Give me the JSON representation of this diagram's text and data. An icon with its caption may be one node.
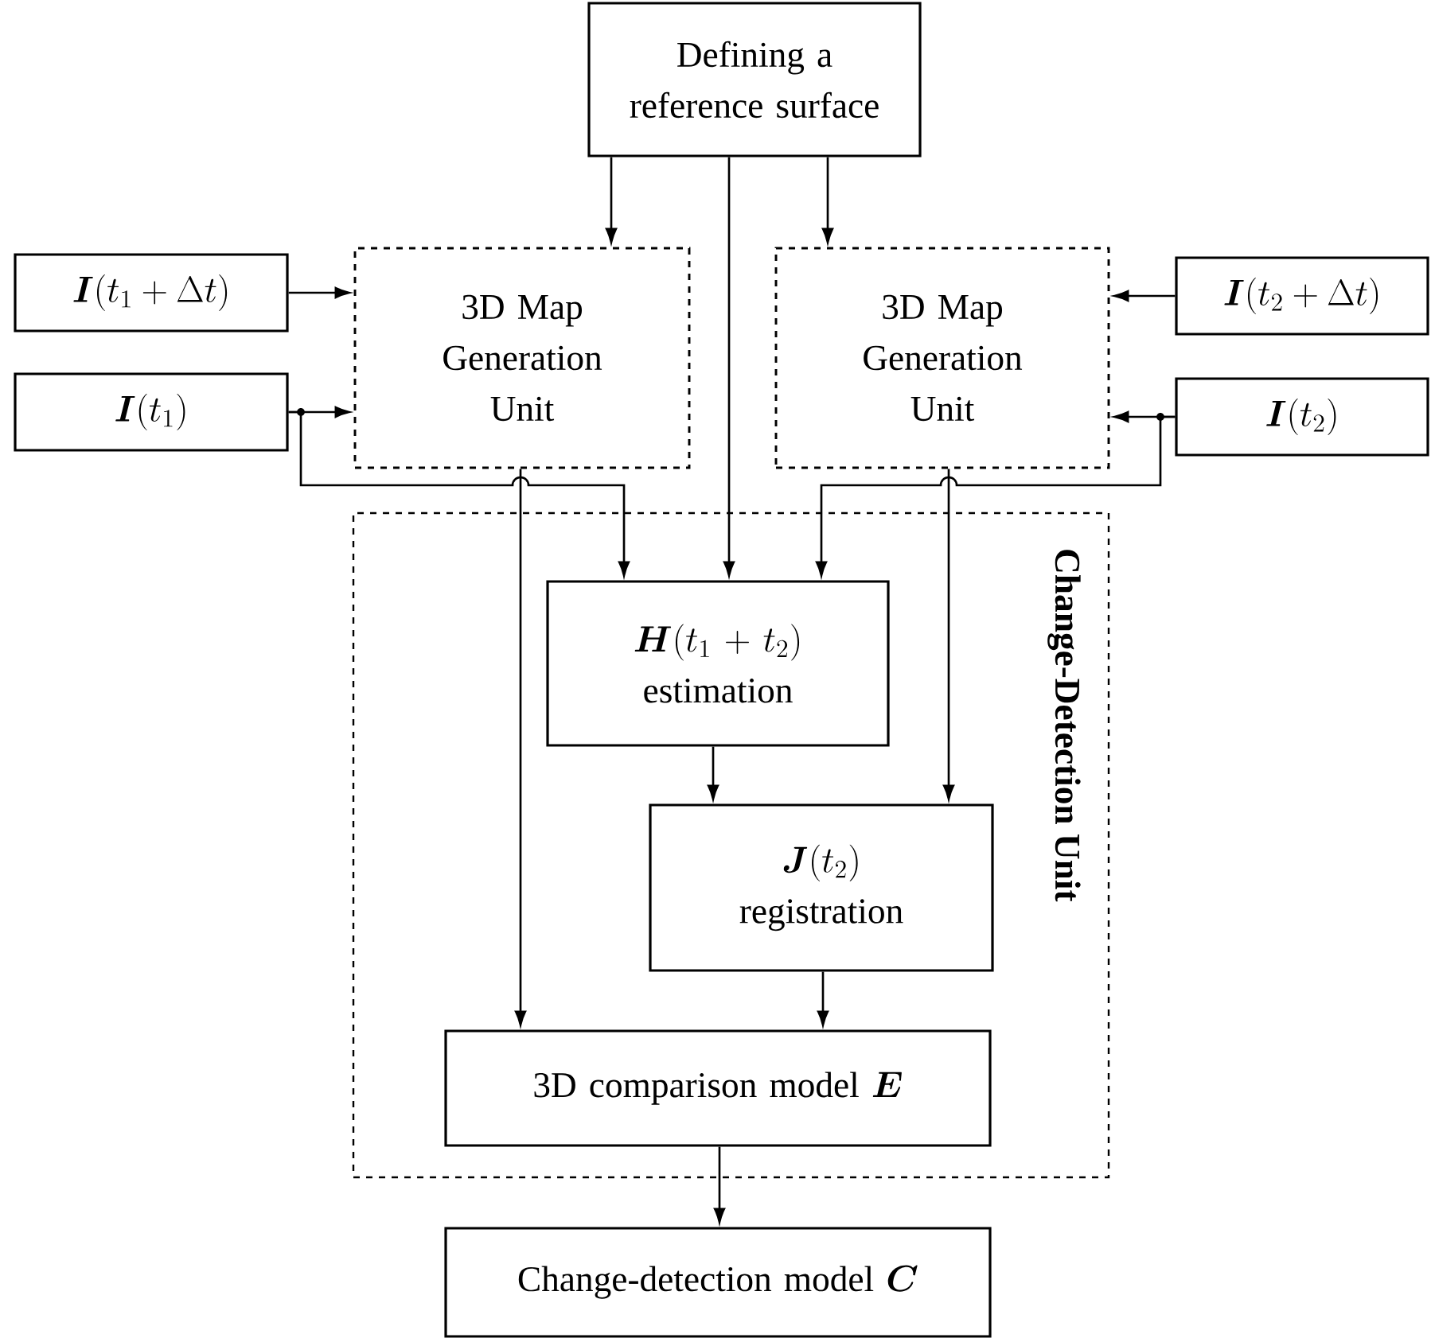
{
  "diagram": {
    "nodes": [
      {
        "text": [
          "Defining a reference surface"
        ]
      },
      {
        "text": [
          "3D Map Generation Unit"
        ]
      },
      {
        "text": [
          "3D Map Generation Unit"
        ]
      },
      {
        "text": [
          "\\bm{I}(t_1+\\Delta t)"
        ]
      },
      {
        "text": [
          "\\bm{I}(t_1)"
        ]
      },
      {
        "text": [
          "\\bm{I}(t_2+\\Delta t)"
        ]
      },
      {
        "text": [
          "\\bm{I}(t_2)"
        ]
      },
      {
        "text": [
          "Change-Detection Unit"
        ]
      },
      {
        "text": [
          "\\bm{H}(t_1+t_2)",
          "estimation"
        ],
        "in": 7
      },
      {
        "text": [
          "\\bm{J}(t_2)",
          "registration"
        ],
        "in": 7
      },
      {
        "text": [
          "3D comparison model",
          "\\bm{E}"
        ],
        "in": 7
      },
      {
        "text": [
          "Change-detection model",
          "\\bm{C}"
        ]
      }
    ],
    "edges": [
      {
        "from": 0,
        "to": 1,
        "arrow": "to"
      },
      {
        "from": 0,
        "to": 2,
        "arrow": "to"
      },
      {
        "from": 0,
        "to": 8,
        "arrow": "to"
      },
      {
        "from": 3,
        "to": 1,
        "arrow": "to"
      },
      {
        "from": 4,
        "to": 1,
        "arrow": "to"
      },
      {
        "from": 4,
        "to": 8,
        "arrow": "to"
      },
      {
        "from": 5,
        "to": 2,
        "arrow": "to"
      },
      {
        "from": 6,
        "to": 2,
        "arrow": "to"
      },
      {
        "from": 6,
        "to": 8,
        "arrow": "to"
      },
      {
        "from": 1,
        "to": 10,
        "arrow": "to"
      },
      {
        "from": 2,
        "to": 9,
        "arrow": "to"
      },
      {
        "from": 8,
        "to": 9,
        "arrow": "to"
      },
      {
        "from": 9,
        "to": 10,
        "arrow": "to"
      },
      {
        "from": 10,
        "to": 11,
        "arrow": "to"
      }
    ]
  }
}
